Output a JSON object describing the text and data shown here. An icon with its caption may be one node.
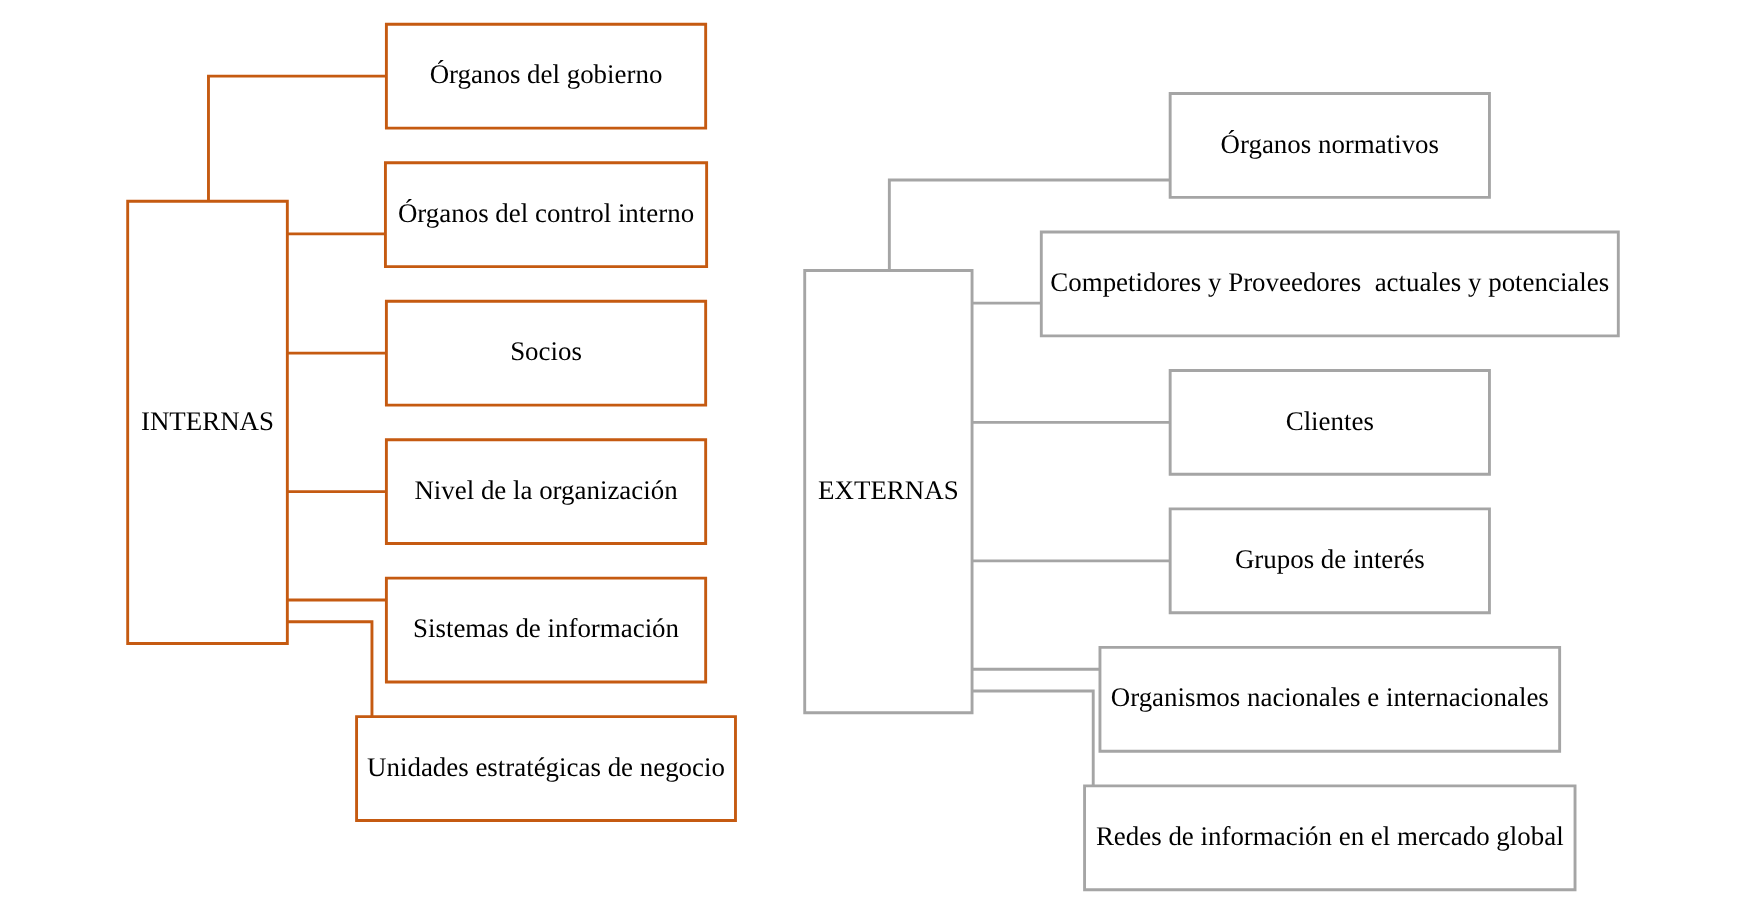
{
  "diagram": {
    "nodes": [
      {
        "text": [
          "INTERNAS"
        ]
      },
      {
        "text": [
          "Órganos del gobierno"
        ]
      },
      {
        "text": [
          "Órganos del control interno"
        ]
      },
      {
        "text": [
          "Socios"
        ]
      },
      {
        "text": [
          "Nivel de la organización"
        ]
      },
      {
        "text": [
          "Sistemas de información"
        ]
      },
      {
        "text": [
          "Unidades estratégicas de negocio"
        ]
      },
      {
        "text": [
          "EXTERNAS"
        ]
      },
      {
        "text": [
          "Órganos normativos"
        ]
      },
      {
        "text": [
          "Competidores y Proveedores  actuales y potenciales"
        ]
      },
      {
        "text": [
          "Clientes"
        ]
      },
      {
        "text": [
          "Grupos de interés"
        ]
      },
      {
        "text": [
          "Organismos nacionales e internacionales"
        ]
      },
      {
        "text": [
          "Redes de información en el mercado global"
        ]
      }
    ],
    "edges": [
      {
        "from": 0,
        "to": 1,
        "arrow": "none",
        "color": "#c55a11"
      },
      {
        "from": 0,
        "to": 2,
        "arrow": "none",
        "color": "#c55a11"
      },
      {
        "from": 0,
        "to": 3,
        "arrow": "none",
        "color": "#c55a11"
      },
      {
        "from": 0,
        "to": 4,
        "arrow": "none",
        "color": "#c55a11"
      },
      {
        "from": 0,
        "to": 5,
        "arrow": "none",
        "color": "#c55a11"
      },
      {
        "from": 0,
        "to": 6,
        "arrow": "none",
        "color": "#c55a11"
      },
      {
        "from": 7,
        "to": 8,
        "arrow": "none",
        "color": "#a5a5a5"
      },
      {
        "from": 7,
        "to": 9,
        "arrow": "none",
        "color": "#a5a5a5"
      },
      {
        "from": 7,
        "to": 10,
        "arrow": "none",
        "color": "#a5a5a5"
      },
      {
        "from": 7,
        "to": 11,
        "arrow": "none",
        "color": "#a5a5a5"
      },
      {
        "from": 7,
        "to": 12,
        "arrow": "none",
        "color": "#a5a5a5"
      },
      {
        "from": 7,
        "to": 13,
        "arrow": "none",
        "color": "#a5a5a5"
      }
    ]
  }
}
